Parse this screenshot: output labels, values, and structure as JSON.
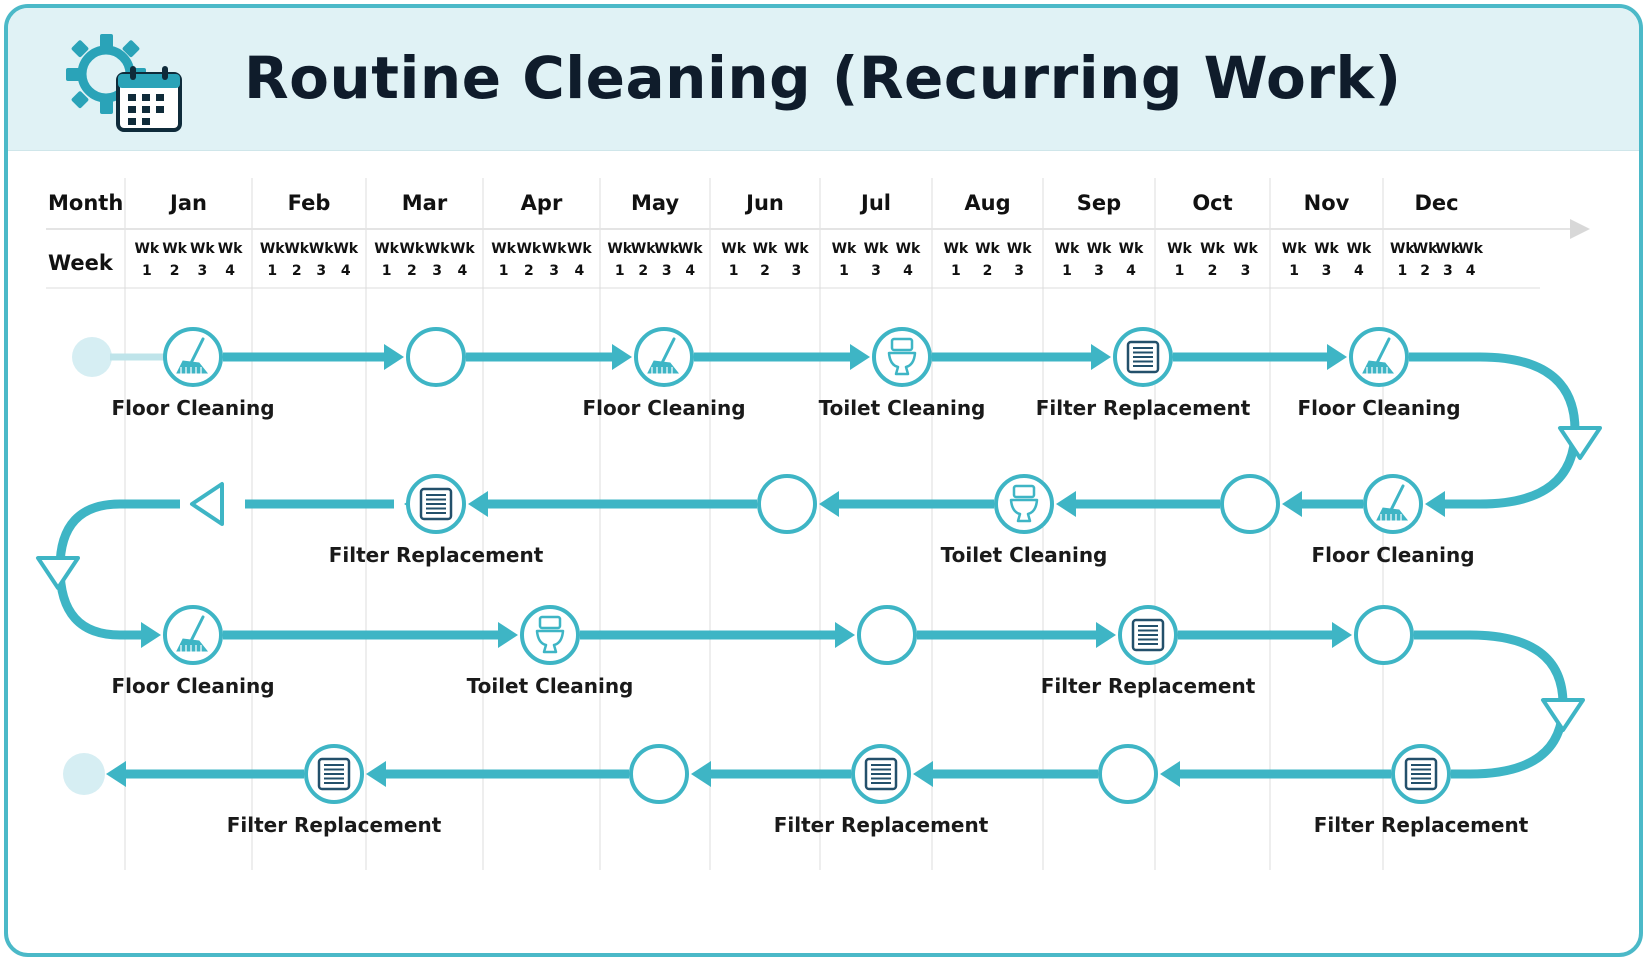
{
  "title": "Routine Cleaning (Recurring Work)",
  "colors": {
    "accent": "#3eb5c5",
    "header_bg": "#e0f2f5",
    "border": "#4bb9c8",
    "node_fill": "#ffffff",
    "start_dot": "#d6eef3",
    "text": "#111111"
  },
  "icons": {
    "header": "gear-calendar-icon",
    "Floor Cleaning": "mop-icon",
    "Toilet Cleaning": "toilet-icon",
    "Filter Replacement": "filter-icon"
  },
  "timeline": {
    "month_label": "Month",
    "week_label": "Week",
    "week_prefix": "Wk",
    "months": [
      {
        "name": "Jan",
        "weeks": [
          "1",
          "2",
          "3",
          "4"
        ]
      },
      {
        "name": "Feb",
        "weeks": [
          "1",
          "2",
          "3",
          "4"
        ]
      },
      {
        "name": "Mar",
        "weeks": [
          "1",
          "2",
          "3",
          "4"
        ]
      },
      {
        "name": "Apr",
        "weeks": [
          "1",
          "2",
          "3",
          "4"
        ]
      },
      {
        "name": "May",
        "weeks": [
          "1",
          "2",
          "3",
          "4"
        ]
      },
      {
        "name": "Jun",
        "weeks": [
          "1",
          "2",
          "3"
        ]
      },
      {
        "name": "Jul",
        "weeks": [
          "1",
          "3",
          "4"
        ]
      },
      {
        "name": "Aug",
        "weeks": [
          "1",
          "2",
          "3"
        ]
      },
      {
        "name": "Sep",
        "weeks": [
          "1",
          "3",
          "4"
        ]
      },
      {
        "name": "Oct",
        "weeks": [
          "1",
          "2",
          "3"
        ]
      },
      {
        "name": "Nov",
        "weeks": [
          "1",
          "3",
          "4"
        ]
      },
      {
        "name": "Dec",
        "weeks": [
          "1",
          "2",
          "3",
          "4"
        ]
      }
    ]
  },
  "rows": [
    {
      "direction": "right",
      "nodes": [
        {
          "task": "Floor Cleaning",
          "label": "Floor Cleaning"
        },
        {
          "task": null,
          "label": ""
        },
        {
          "task": "Floor Cleaning",
          "label": "Floor Cleaning"
        },
        {
          "task": "Toilet Cleaning",
          "label": "Toilet Cleaning"
        },
        {
          "task": "Filter Replacement",
          "label": "Filter Replacement"
        },
        {
          "task": "Floor Cleaning",
          "label": "Floor Cleaning"
        }
      ]
    },
    {
      "direction": "left",
      "nodes": [
        {
          "task": "Floor Cleaning",
          "label": "Floor Cleaning"
        },
        {
          "task": null,
          "label": ""
        },
        {
          "task": "Toilet Cleaning",
          "label": "Toilet Cleaning"
        },
        {
          "task": null,
          "label": ""
        },
        {
          "task": "Filter Replacement",
          "label": "Filter Replacement"
        }
      ]
    },
    {
      "direction": "right",
      "nodes": [
        {
          "task": "Floor Cleaning",
          "label": "Floor Cleaning"
        },
        {
          "task": "Toilet Cleaning",
          "label": "Toilet Cleaning"
        },
        {
          "task": null,
          "label": ""
        },
        {
          "task": "Filter Replacement",
          "label": "Filter Replacement"
        },
        {
          "task": null,
          "label": ""
        }
      ]
    },
    {
      "direction": "left",
      "nodes": [
        {
          "task": "Filter Replacement",
          "label": "Filter Replacement"
        },
        {
          "task": null,
          "label": ""
        },
        {
          "task": "Filter Replacement",
          "label": "Filter Replacement"
        },
        {
          "task": null,
          "label": ""
        },
        {
          "task": "Filter Replacement",
          "label": "Filter Replacement"
        }
      ]
    }
  ]
}
